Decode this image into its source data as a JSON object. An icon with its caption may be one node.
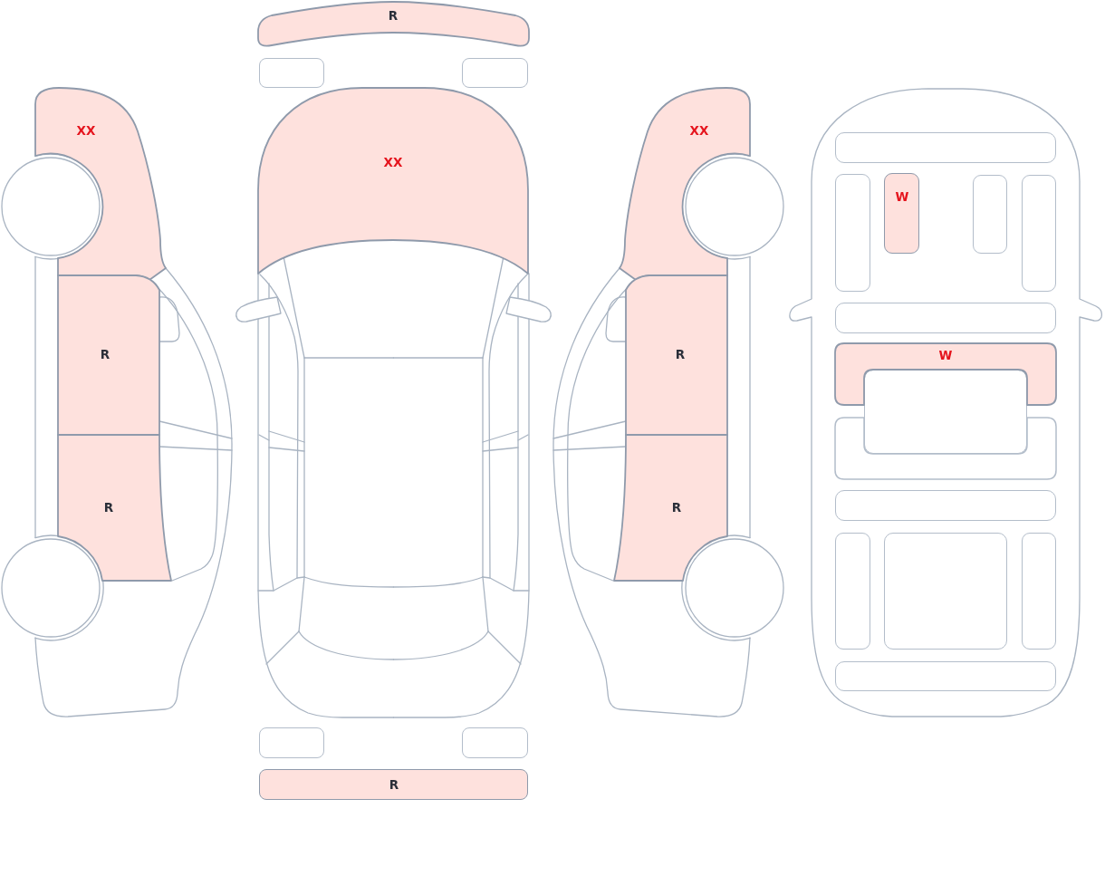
{
  "diagram": {
    "nodes": [
      {
        "text": [
          "XX"
        ]
      },
      {
        "text": [
          "R"
        ]
      },
      {
        "text": [
          "R"
        ]
      },
      {
        "text": [
          "R"
        ]
      },
      {
        "text": [],
        "shape": "box"
      },
      {
        "text": [],
        "shape": "box"
      },
      {
        "text": [
          "XX"
        ]
      },
      {
        "text": [],
        "shape": "box"
      },
      {
        "text": [],
        "shape": "box"
      },
      {
        "text": [
          "R"
        ]
      },
      {
        "text": [
          "XX"
        ]
      },
      {
        "text": [
          "R"
        ]
      },
      {
        "text": [
          "R"
        ]
      },
      {
        "text": [],
        "shape": "box"
      },
      {
        "text": [],
        "shape": "box"
      },
      {
        "text": [
          "W"
        ]
      },
      {
        "text": [],
        "shape": "box"
      },
      {
        "text": [],
        "shape": "box"
      },
      {
        "text": [],
        "shape": "box"
      },
      {
        "text": [
          "W"
        ]
      },
      {
        "text": [],
        "shape": "box"
      },
      {
        "text": [],
        "shape": "box"
      },
      {
        "text": [],
        "shape": "box"
      },
      {
        "text": [],
        "shape": "box"
      },
      {
        "text": [],
        "shape": "box"
      },
      {
        "text": [],
        "shape": "box"
      },
      {
        "text": [],
        "shape": "box"
      }
    ]
  }
}
